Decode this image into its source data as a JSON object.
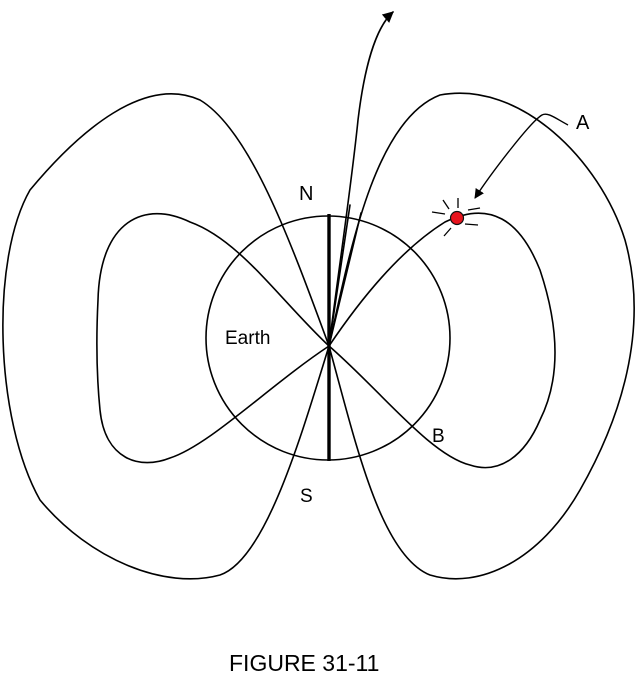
{
  "labels": {
    "north": "N",
    "south": "S",
    "earth": "Earth",
    "point_a": "A",
    "point_b": "B"
  },
  "caption": "FIGURE 31-11",
  "colors": {
    "stroke": "#000000",
    "particle": "#e8141e",
    "background": "#ffffff"
  }
}
